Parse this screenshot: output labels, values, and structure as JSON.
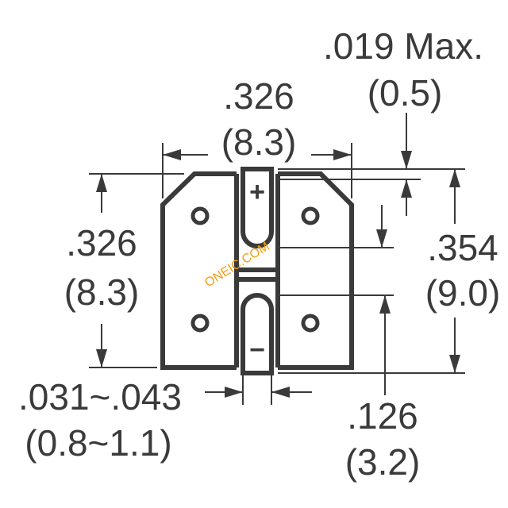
{
  "dimensions": {
    "top_width_in": ".326",
    "top_width_mm": "(8.3)",
    "left_height_in": ".326",
    "left_height_mm": "(8.3)",
    "right_height_in": ".354",
    "right_height_mm": "(9.0)",
    "lead_thickness_in": ".019 Max.",
    "lead_thickness_mm": "(0.5)",
    "lead_width_in": ".031~.043",
    "lead_width_mm": "(0.8~1.1)",
    "lead_spacing_in": ".126",
    "lead_spacing_mm": "(3.2)"
  },
  "symbols": {
    "positive": "+",
    "negative": "−"
  },
  "watermark": "ONEIC.COM",
  "colors": {
    "ink": "#3a3a3a",
    "watermark": "#f39c12"
  }
}
